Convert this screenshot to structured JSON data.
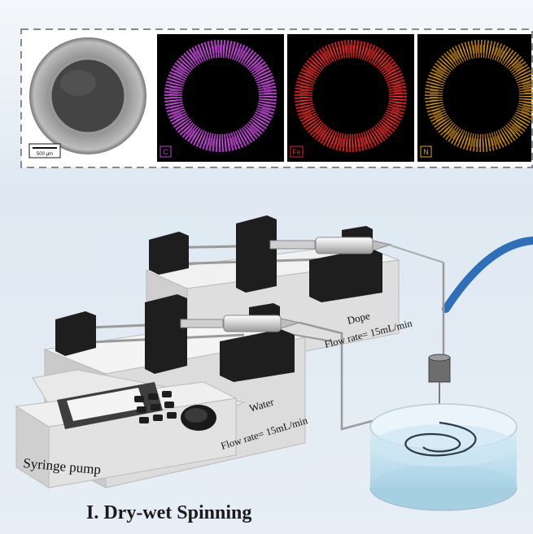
{
  "panels": [
    {
      "label": "",
      "color": "#c9c9c9"
    },
    {
      "label": "C",
      "color": "#c23fd6"
    },
    {
      "label": "Fe",
      "color": "#e12424"
    },
    {
      "label": "N",
      "color": "#e8a11c"
    }
  ],
  "scale_bar": "500 μm",
  "pump_front": {
    "line1": "Water",
    "line2": "Flow rate= 15mL/min"
  },
  "pump_back": {
    "line1": "Dope",
    "line2": "Flow rate= 15mL/min"
  },
  "device_label": "Syringe pump",
  "title": "I. Dry-wet Spinning",
  "colors": {
    "background": "#dde8f3",
    "bath": "#bfe0ef",
    "arc": "#2f6fb8",
    "device": "#e6e6e6",
    "block": "#1e1e1e"
  }
}
